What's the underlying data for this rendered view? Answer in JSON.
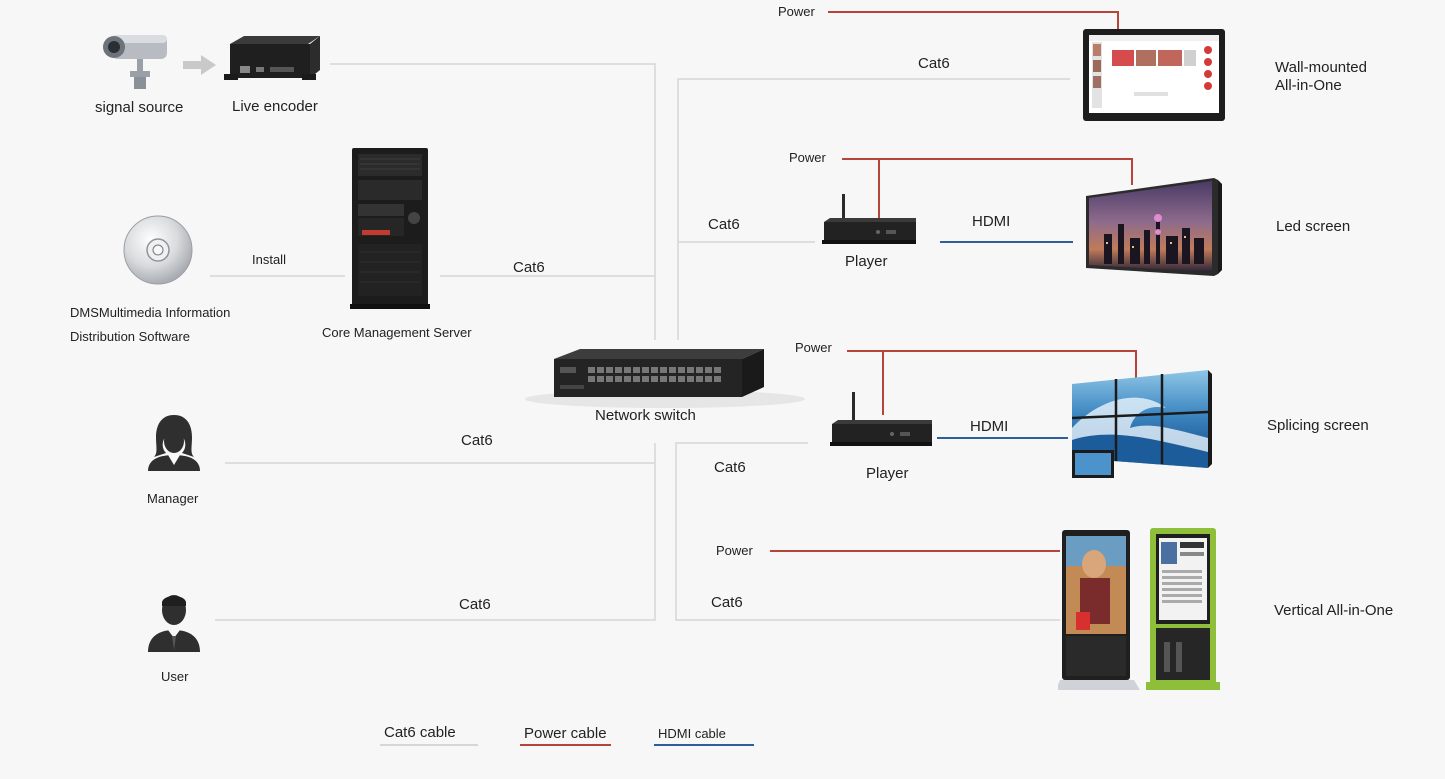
{
  "colors": {
    "cat6": "#d6d6d6",
    "power": "#b5443a",
    "hdmi": "#2f5f9a",
    "background": "#f7f7f7"
  },
  "left": {
    "signal_source": "signal source",
    "live_encoder": "Live encoder",
    "install": "Install",
    "software_line1": "DMSMultimedia Information",
    "software_line2": "Distribution Software",
    "server": "Core Management Server",
    "server_cat6": "Cat6",
    "manager": "Manager",
    "manager_cat6": "Cat6",
    "user": "User",
    "user_cat6": "Cat6"
  },
  "center": {
    "switch": "Network switch"
  },
  "right": {
    "wall": {
      "power": "Power",
      "cat6": "Cat6",
      "name_line1": "Wall-mounted",
      "name_line2": "All-in-One"
    },
    "led": {
      "power": "Power",
      "cat6": "Cat6",
      "hdmi": "HDMI",
      "player": "Player",
      "name": "Led screen"
    },
    "splicing": {
      "power": "Power",
      "cat6": "Cat6",
      "hdmi": "HDMI",
      "player": "Player",
      "name": "Splicing screen"
    },
    "vertical": {
      "power": "Power",
      "cat6": "Cat6",
      "name": "Vertical All-in-One"
    }
  },
  "legend": {
    "cat6": "Cat6 cable",
    "power": "Power cable",
    "hdmi": "HDMI cable"
  },
  "icons": [
    "camera-icon",
    "encoder-icon",
    "disc-icon",
    "server-icon",
    "switch-icon",
    "manager-icon",
    "user-icon",
    "player-icon",
    "wall-display-icon",
    "led-screen-icon",
    "splicing-screen-icon",
    "kiosk-icon"
  ]
}
